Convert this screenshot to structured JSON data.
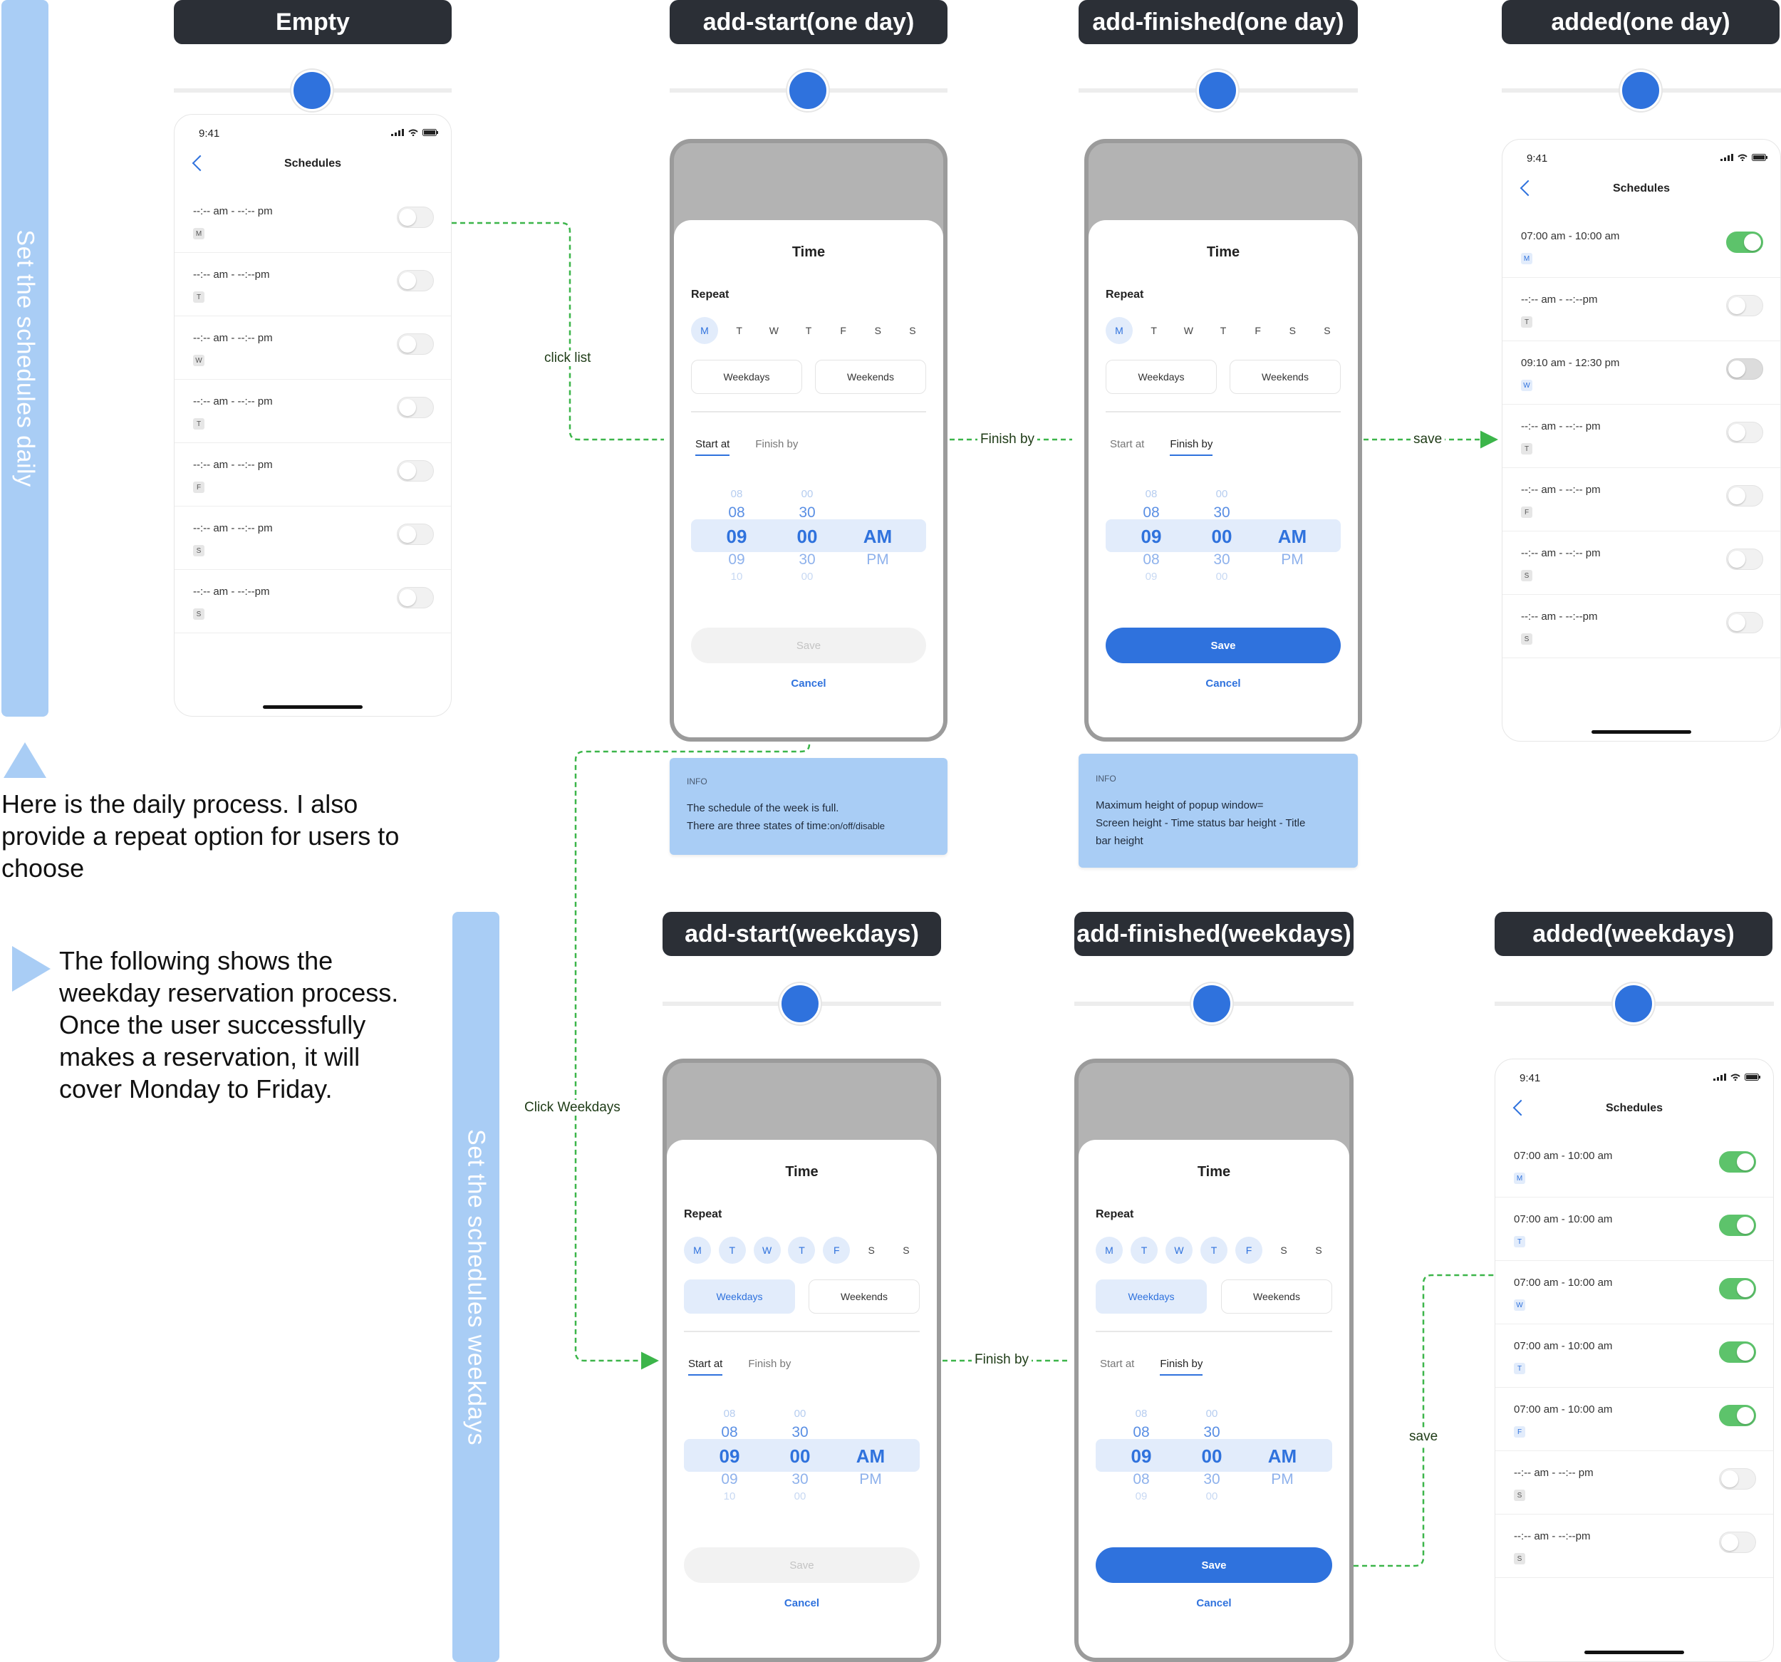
{
  "steps": {
    "empty": "Empty",
    "add_start_one": "add-start(one day)",
    "add_finished_one": "add-finished(one day)",
    "added_one": "added(one day)",
    "add_start_week": "add-start(weekdays)",
    "add_finished_week": "add-finished(weekdays)",
    "added_week": "added(weekdays)"
  },
  "side_labels": {
    "daily": "Set the schedules daily",
    "weekdays": "Set the schedules weekdays"
  },
  "notes": {
    "daily": "Here is the daily process. I also provide a repeat option for users to choose",
    "weekday": "The following shows the weekday reservation process. Once the user successfully makes a reservation, it will cover Monday to Friday."
  },
  "flow_labels": {
    "click_list": "click  list",
    "finish_by_1": "Finish by",
    "save_1": "save",
    "click_weekdays": "Click  Weekdays",
    "finish_by_2": "Finish by",
    "save_2": "save"
  },
  "info1": {
    "title": "INFO",
    "line1": "The schedule of the week is full.",
    "line2": "There are three states of time:",
    "line2_small": "on/off/disable"
  },
  "info2": {
    "title": "INFO",
    "line1": "Maximum height of popup window=",
    "line2": "Screen height - Time status bar height - Title",
    "line3": "bar height"
  },
  "phone": {
    "time": "9:41",
    "title": "Schedules"
  },
  "empty_rows": [
    {
      "time": "--:-- am  -  --:-- pm",
      "day": "M"
    },
    {
      "time": "--:-- am  -  --:--pm",
      "day": "T"
    },
    {
      "time": "--:-- am  -  --:-- pm",
      "day": "W"
    },
    {
      "time": "--:-- am  -  --:-- pm",
      "day": "T"
    },
    {
      "time": "--:-- am  -  --:-- pm",
      "day": "F"
    },
    {
      "time": "--:-- am  -  --:-- pm",
      "day": "S"
    },
    {
      "time": "--:-- am  -  --:--pm",
      "day": "S"
    }
  ],
  "added_one_rows": [
    {
      "time": "07:00 am  -  10:00 am",
      "day": "M",
      "state": "on"
    },
    {
      "time": "--:-- am  -  --:--pm",
      "day": "T",
      "state": "off"
    },
    {
      "time": "09:10 am  -  12:30 pm",
      "day": "W",
      "state": "disabled"
    },
    {
      "time": "--:-- am  -  --:-- pm",
      "day": "T",
      "state": "off"
    },
    {
      "time": "--:-- am  -  --:-- pm",
      "day": "F",
      "state": "off"
    },
    {
      "time": "--:-- am  -  --:-- pm",
      "day": "S",
      "state": "off"
    },
    {
      "time": "--:-- am  -  --:--pm",
      "day": "S",
      "state": "off"
    }
  ],
  "added_week_rows": [
    {
      "time": "07:00 am  -  10:00 am",
      "day": "M",
      "state": "on"
    },
    {
      "time": "07:00 am  -  10:00 am",
      "day": "T",
      "state": "on"
    },
    {
      "time": "07:00 am  -  10:00 am",
      "day": "W",
      "state": "on"
    },
    {
      "time": "07:00 am  -  10:00 am",
      "day": "T",
      "state": "on"
    },
    {
      "time": "07:00 am  -  10:00 am",
      "day": "F",
      "state": "on"
    },
    {
      "time": "--:-- am  -  --:-- pm",
      "day": "S",
      "state": "off"
    },
    {
      "time": "--:-- am  -  --:--pm",
      "day": "S",
      "state": "off"
    }
  ],
  "picker": {
    "title": "Time",
    "repeat": "Repeat",
    "days": [
      "M",
      "T",
      "W",
      "T",
      "F",
      "S",
      "S"
    ],
    "weekdays": "Weekdays",
    "weekends": "Weekends",
    "start_at": "Start at",
    "finish_by": "Finish by",
    "save": "Save",
    "cancel": "Cancel"
  },
  "wheel_start": {
    "hours": [
      "08",
      "08",
      "09",
      "09",
      "10"
    ],
    "minutes": [
      "00",
      "30",
      "00",
      "30",
      "00"
    ],
    "ampm": [
      "AM",
      "PM"
    ]
  },
  "wheel_finish": {
    "hours": [
      "08",
      "08",
      "09",
      "08",
      "09"
    ],
    "minutes": [
      "00",
      "30",
      "00",
      "30",
      "00"
    ],
    "ampm": [
      "AM",
      "PM"
    ]
  },
  "colors": {
    "accent": "#2f72dd",
    "side_bar": "#a9cdf5",
    "flow_line": "#3cb54a",
    "toggle_on": "#5dc36b",
    "header_bg": "#2b2f36"
  }
}
